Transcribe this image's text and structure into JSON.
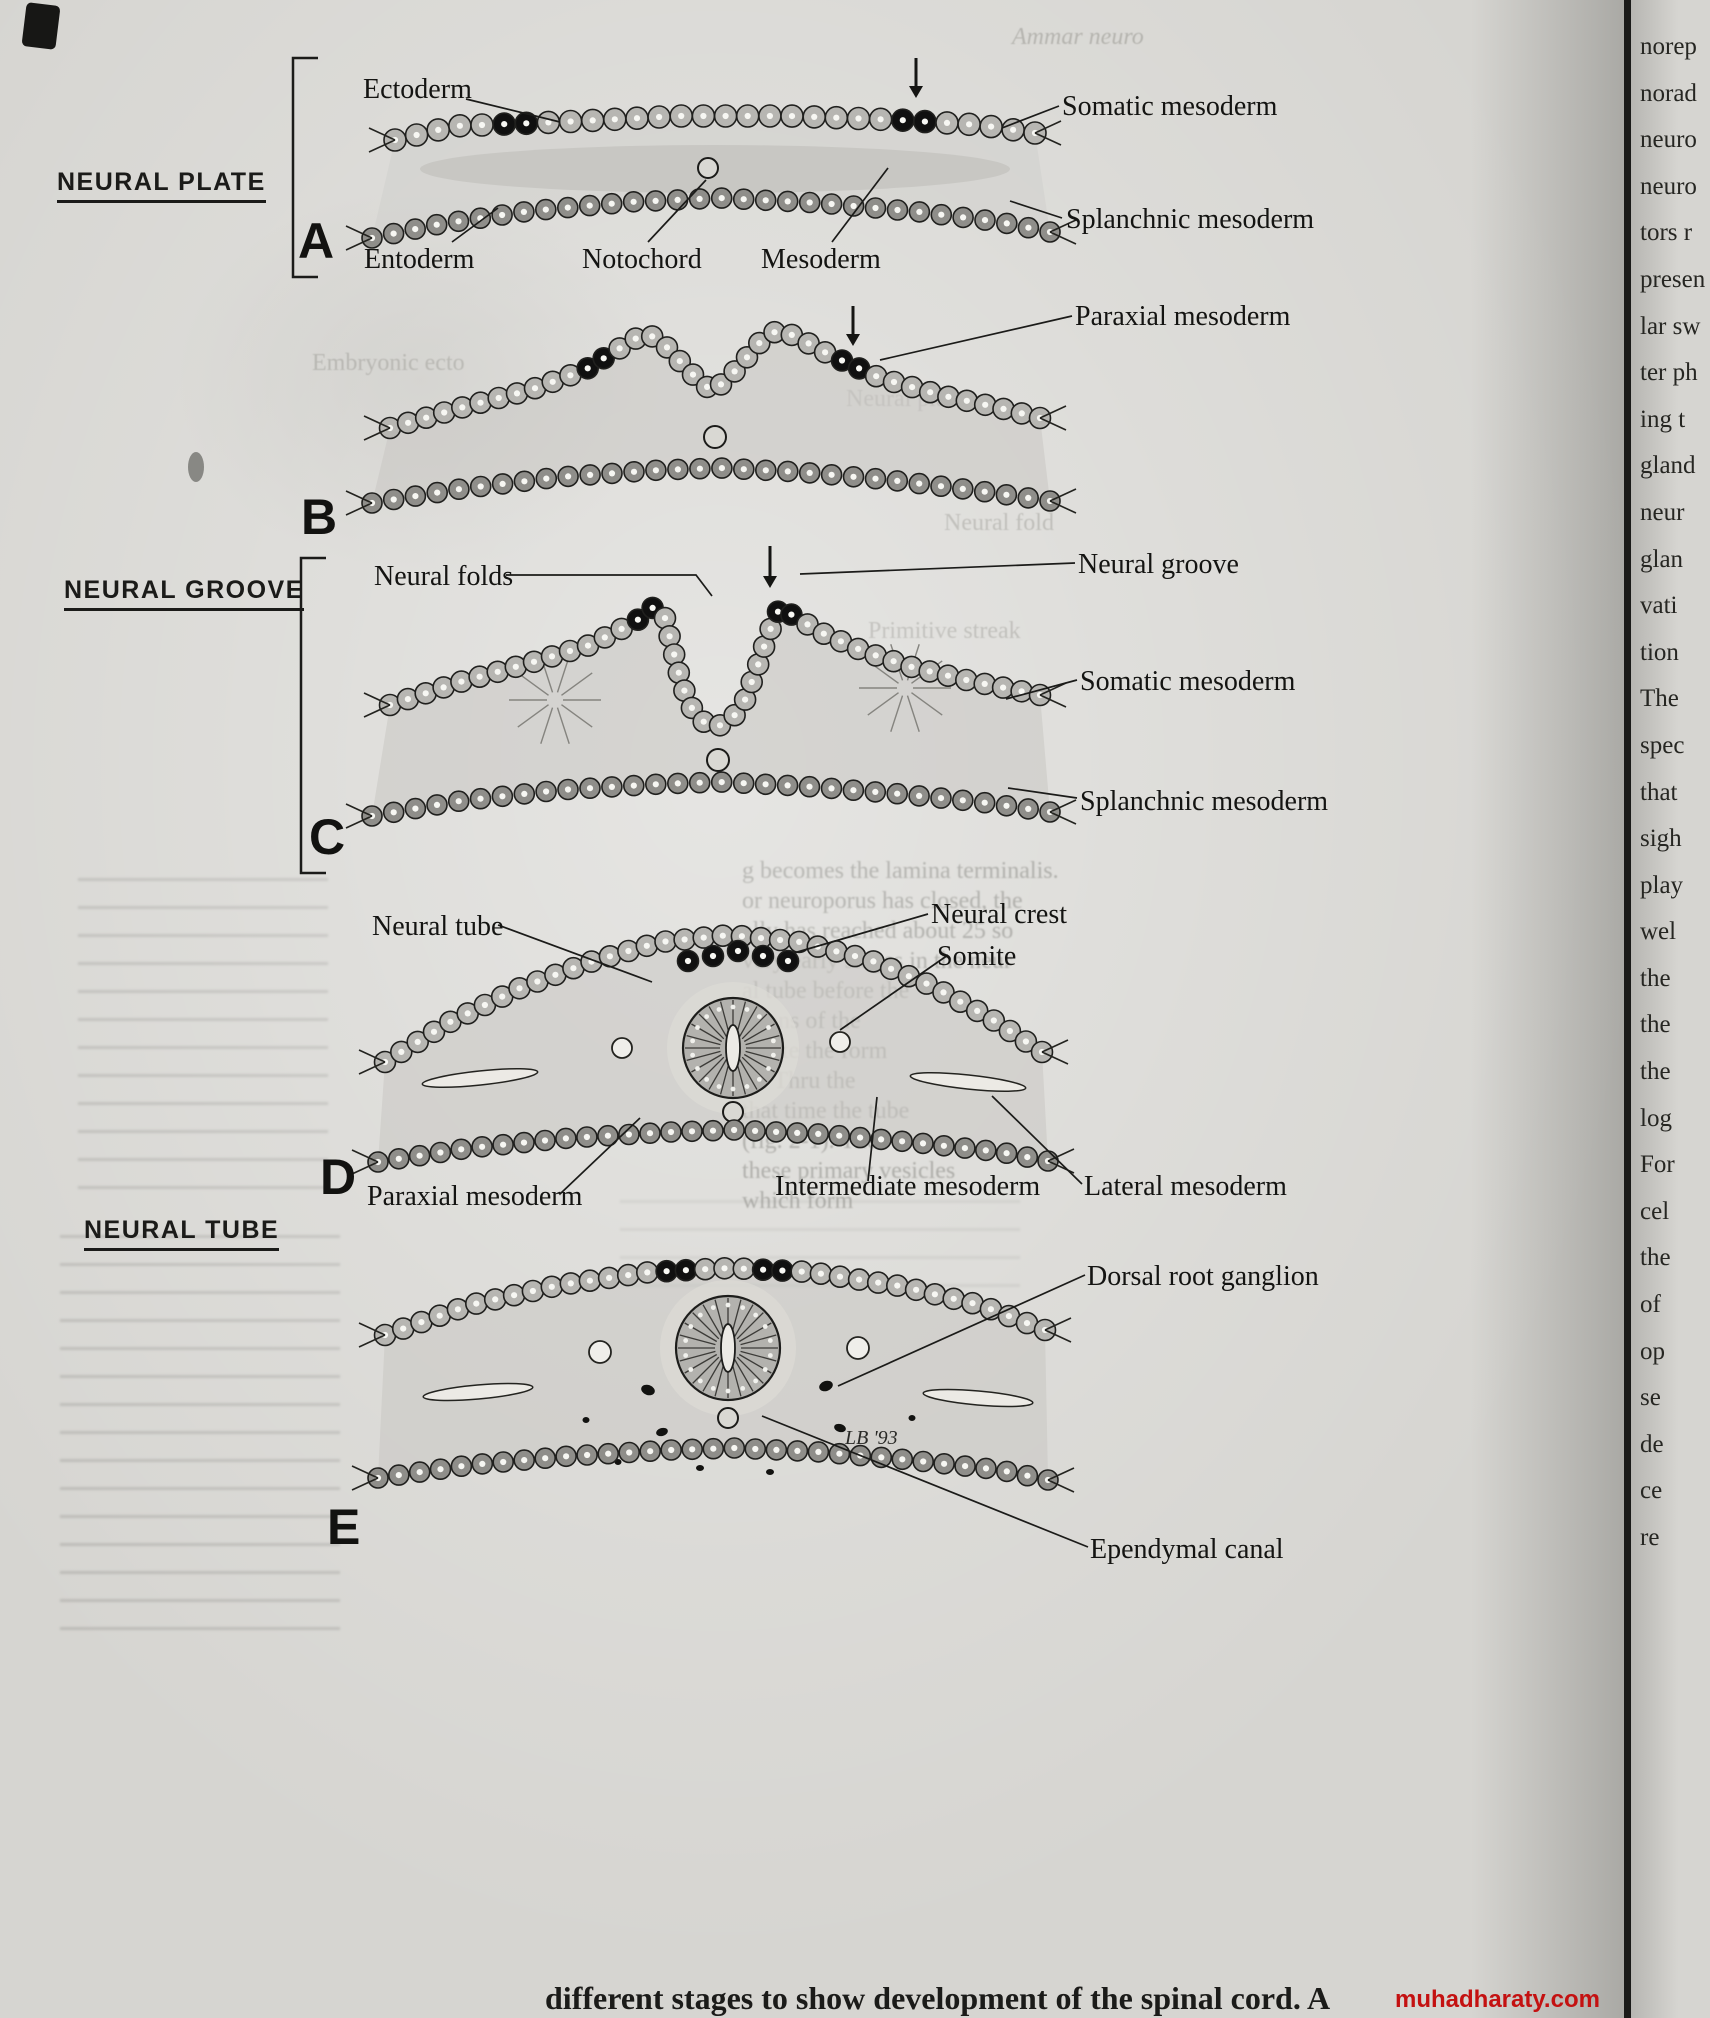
{
  "page": {
    "caption_fragment": "different stages to show development of the spinal cord. A",
    "watermark": "muhadharaty.com",
    "watermark_color": "#c41111",
    "signature": "LB '93"
  },
  "headings": {
    "neural_plate": "NEURAL PLATE",
    "neural_groove": "NEURAL GROOVE",
    "neural_tube": "NEURAL TUBE"
  },
  "stages": {
    "a": {
      "letter": "A",
      "labels": {
        "ectoderm": "Ectoderm",
        "somatic_mesoderm": "Somatic mesoderm",
        "splanchnic_mesoderm": "Splanchnic mesoderm",
        "entoderm": "Entoderm",
        "notochord": "Notochord",
        "mesoderm": "Mesoderm"
      }
    },
    "b": {
      "letter": "B",
      "labels": {
        "paraxial_mesoderm": "Paraxial mesoderm"
      }
    },
    "c": {
      "letter": "C",
      "labels": {
        "neural_folds": "Neural folds",
        "neural_groove": "Neural groove",
        "somatic_mesoderm": "Somatic mesoderm",
        "splanchnic_mesoderm": "Splanchnic mesoderm"
      }
    },
    "d": {
      "letter": "D",
      "labels": {
        "neural_tube": "Neural tube",
        "neural_crest": "Neural crest",
        "somite": "Somite",
        "paraxial_mesoderm": "Paraxial mesoderm",
        "intermediate_mesoderm": "Intermediate mesoderm",
        "lateral_mesoderm": "Lateral mesoderm"
      }
    },
    "e": {
      "letter": "E",
      "labels": {
        "dorsal_root_ganglion": "Dorsal root ganglion",
        "ependymal_canal": "Ependymal canal"
      }
    }
  },
  "margin": {
    "lines": [
      "norep",
      "norad",
      "neuro",
      "neuro",
      "tors r",
      "presen",
      "lar sw",
      "ter ph",
      "ing t",
      "gland",
      "neur",
      "glan",
      "vati",
      "tion",
      "The",
      "spec",
      "that",
      "sigh",
      "play",
      "wel",
      "the",
      "the",
      "the",
      "log",
      "For",
      "cel",
      "the",
      "of",
      "op",
      "se",
      "de",
      "ce",
      "re"
    ]
  },
  "ghost": {
    "labels": [
      "Embryonic ecto",
      "Neural plate",
      "Neural fold",
      "Primitive streak",
      "Ammar neuro"
    ],
    "paragraph": [
      "g becomes the lamina terminalis.",
      "or neuroporus has closed, the",
      "ally has reached about 25 so",
      "very early stages in the neur",
      "al tube before the",
      "ations of the",
      "dicate the form",
      "es. Thru the",
      "that time the tube",
      "(fig. 2-1). The",
      "these primary vesicles",
      "which form"
    ]
  }
}
